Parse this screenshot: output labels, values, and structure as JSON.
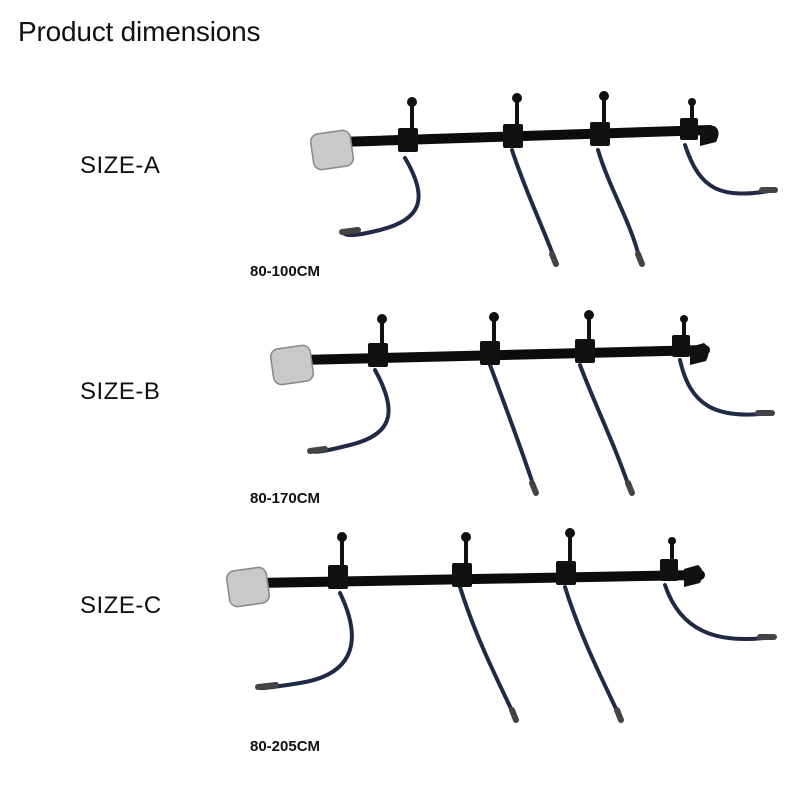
{
  "page": {
    "title": "Product dimensions"
  },
  "sizes": [
    {
      "label": "SIZE-A",
      "range": "80-100CM"
    },
    {
      "label": "SIZE-B",
      "range": "80-170CM"
    },
    {
      "label": "SIZE-C",
      "range": "80-205CM"
    }
  ],
  "colors": {
    "rod": "#0c0c0c",
    "hose": "#1f2a44",
    "pad": "#c9c9c9",
    "text": "#111111"
  }
}
